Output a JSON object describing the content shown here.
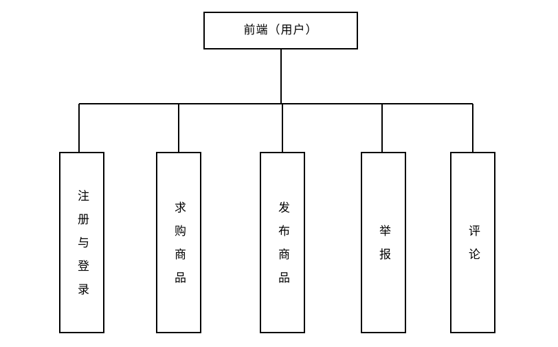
{
  "diagram": {
    "title_text": "前端（用户）",
    "background_color": "#ffffff",
    "line_color": "#000000",
    "text_color": "#000000",
    "root": {
      "label": "前端（用户）",
      "orientation": "horizontal"
    },
    "children": [
      {
        "label": "注册与登录",
        "orientation": "vertical"
      },
      {
        "label": "求购商品",
        "orientation": "vertical"
      },
      {
        "label": "发布商品",
        "orientation": "vertical"
      },
      {
        "label": "举报",
        "orientation": "vertical"
      },
      {
        "label": "评论",
        "orientation": "vertical"
      }
    ]
  }
}
